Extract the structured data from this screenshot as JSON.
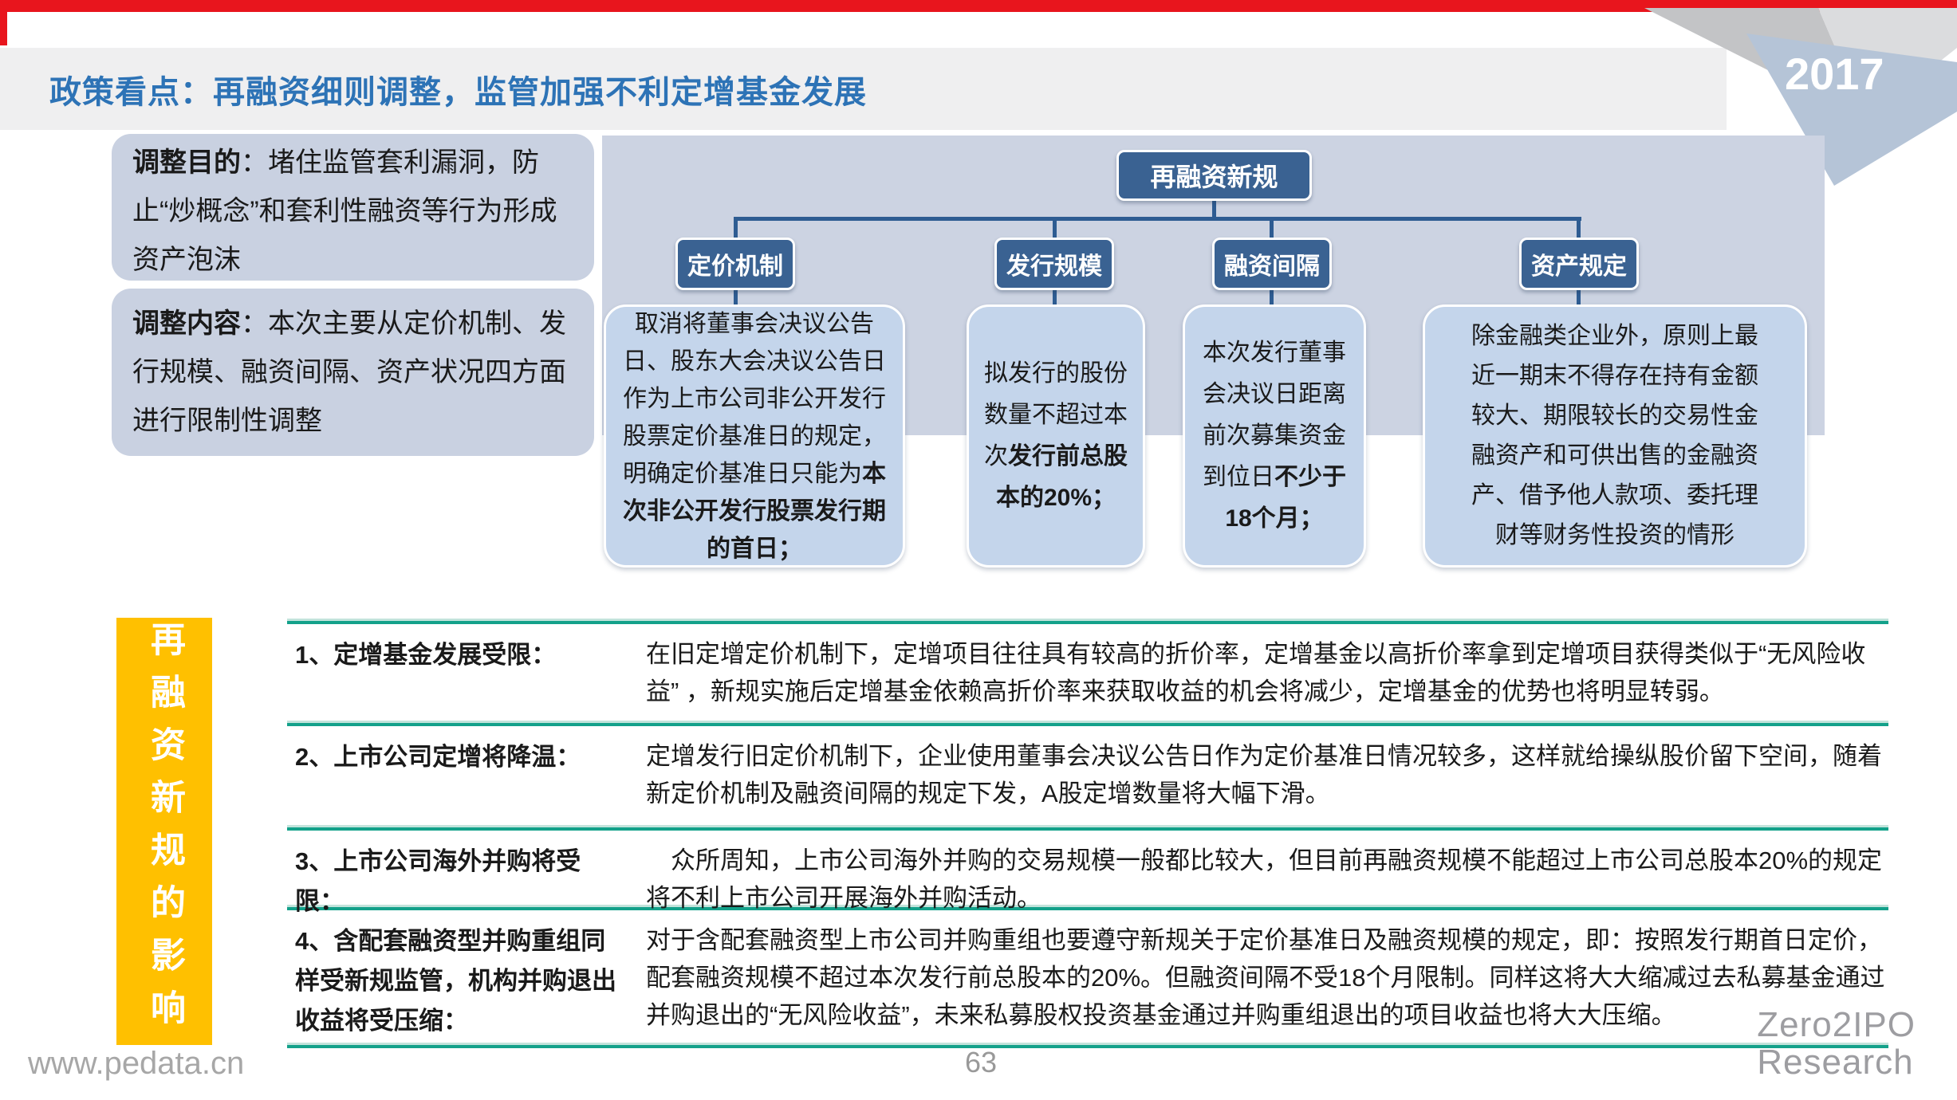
{
  "slide": {
    "title": "政策看点：再融资细则调整，监管加强不利定增基金发展",
    "year_badge": "2017"
  },
  "purpose_box": {
    "label": "调整目的",
    "text": "：堵住监管套利漏洞，防止“炒概念”和套利性融资等行为形成资产泡沫"
  },
  "content_box": {
    "label": "调整内容",
    "text": "：本次主要从定价机制、发行规模、融资间隔、资产状况四方面进行限制性调整"
  },
  "flowchart": {
    "root": "再融资新规",
    "branches": [
      {
        "label": "定价机制",
        "text": "取消将董事会决议公告日、股东大会决议公告日作为上市公司非公开发行股票定价基准日的规定，明确定价基准日只能为",
        "bold": "本次非公开发行股票发行期的首日；"
      },
      {
        "label": "发行规模",
        "text": "拟发行的股份数量不超过本次",
        "bold": "发行前总股本的20%；"
      },
      {
        "label": "融资间隔",
        "text": "本次发行董事会决议日距离前次募集资金到位日",
        "bold": "不少于18个月；"
      },
      {
        "label": "资产规定",
        "text": "除金融类企业外，原则上最近一期末不得存在持有金额较大、期限较长的交易性金融资产和可供出售的金融资产、借予他人款项、委托理财等财务性投资的情形",
        "bold": ""
      }
    ]
  },
  "impact": {
    "side_label": "再融资新规的影响",
    "items": [
      {
        "heading": "1、定增基金发展受限：",
        "desc": "在旧定增定价机制下，定增项目往往具有较高的折价率，定增基金以高折价率拿到定增项目获得类似于“无风险收益”  ，新规实施后定增基金依赖高折价率来获取收益的机会将减少，定增基金的优势也将明显转弱。"
      },
      {
        "heading": "2、上市公司定增将降温：",
        "desc": "定增发行旧定价机制下，企业使用董事会决议公告日作为定价基准日情况较多，这样就给操纵股价留下空间，随着新定价机制及融资间隔的规定下发，A股定增数量将大幅下滑。"
      },
      {
        "heading": "3、上市公司海外并购将受限：",
        "desc": "众所周知，上市公司海外并购的交易规模一般都比较大，但目前再融资规模不能超过上市公司总股本20%的规定将不利上市公司开展海外并购活动。"
      },
      {
        "heading": "4、含配套融资型并购重组同样受新规监管，机构并购退出收益将受压缩：",
        "desc": "对于含配套融资型上市公司并购重组也要遵守新规关于定价基准日及融资规模的规定，即：按照发行期首日定价，配套融资规模不超过本次发行前总股本的20%。但融资间隔不受18个月限制。同样这将大大缩减过去私募基金通过并购退出的“无风险收益”，未来私募股权投资基金通过并购重组退出的项目收益也将大大压缩。"
      }
    ]
  },
  "footer": {
    "website": "www.pedata.cn",
    "page_number": "63",
    "logo_line1": "Zero2IPO",
    "logo_line2": "Research"
  },
  "colors": {
    "red_bar": "#e8151d",
    "title_blue": "#2d73b6",
    "band_gray": "#efeff0",
    "panel_blue": "#ccd3e2",
    "box_fill": "#c9d1e1",
    "desc_fill": "#c4d5eb",
    "node_blue": "#3a6292",
    "connector_blue": "#2e5c92",
    "side_yellow": "#ffc000",
    "teal_dark": "#13a18a",
    "teal_light": "#c2e3db",
    "footer_gray": "#a7a7a7",
    "logo_gray": "#9d9da1"
  }
}
